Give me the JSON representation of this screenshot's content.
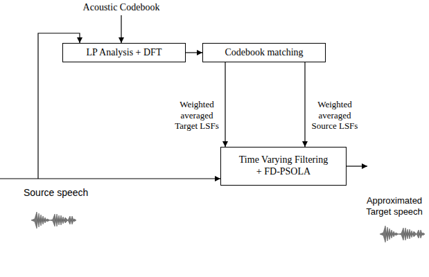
{
  "diagram": {
    "nodes": [
      {
        "text": [
          "LP Analysis + DFT"
        ]
      },
      {
        "text": [
          "Codebook matching"
        ]
      },
      {
        "text": [
          "Time Varying Filtering + FD-PSOLA"
        ]
      }
    ],
    "edges": [
      {
        "from": 0,
        "to": 1,
        "arrow": "to"
      },
      {
        "from": 1,
        "to": 2,
        "arrow": "to",
        "label": "Weighted averaged Target LSFs"
      },
      {
        "from": 1,
        "to": 2,
        "arrow": "to",
        "label": "Weighted averaged Source LSFs"
      }
    ],
    "labels": [
      "Acoustic Codebook",
      "Source speech",
      "Approximated Target speech"
    ]
  }
}
